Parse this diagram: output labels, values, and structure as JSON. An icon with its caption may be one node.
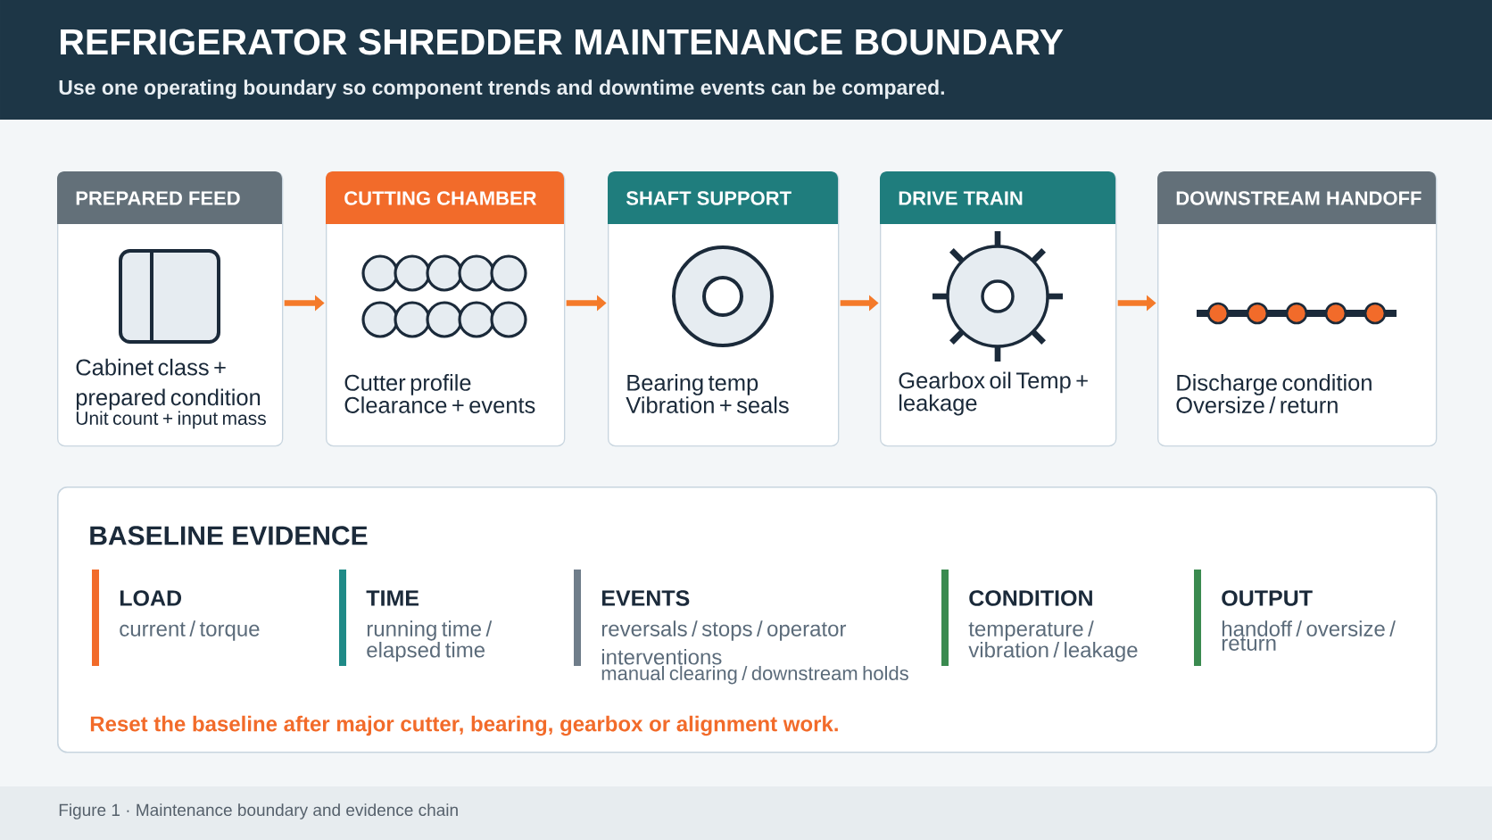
{
  "diagram": {
    "title": "REFRIGERATOR SHREDDER MAINTENANCE BOUNDARY",
    "caption": "Figure 1 · Maintenance boundary and evidence chain",
    "labels": [
      "Use one operating boundary so component trends and downtime events can be compared."
    ],
    "nodes": [
      {
        "text": [
          "PREPARED FEED",
          "Cabinet class + prepared condition",
          "Unit count + input mass"
        ]
      },
      {
        "text": [
          "CUTTING CHAMBER",
          "Cutter profile Clearance + events"
        ]
      },
      {
        "text": [
          "SHAFT SUPPORT",
          "Bearing temp Vibration + seals"
        ]
      },
      {
        "text": [
          "DRIVE TRAIN",
          "Gearbox oil Temp + leakage"
        ]
      },
      {
        "text": [
          "DOWNSTREAM HANDOFF",
          "Discharge condition Oversize / return"
        ]
      },
      {
        "text": [
          "BASELINE EVIDENCE",
          "Reset the baseline after major cutter, bearing, gearbox or alignment work."
        ]
      },
      {
        "text": [
          "LOAD",
          "current / torque"
        ],
        "in": 5
      },
      {
        "text": [
          "TIME",
          "running time / elapsed time"
        ],
        "in": 5
      },
      {
        "text": [
          "EVENTS",
          "reversals / stops / operator interventions",
          "manual clearing / downstream holds"
        ],
        "in": 5
      },
      {
        "text": [
          "CONDITION",
          "temperature / vibration / leakage"
        ],
        "in": 5
      },
      {
        "text": [
          "OUTPUT",
          "handoff / oversize / return"
        ],
        "in": 5
      }
    ],
    "edges": [
      {
        "from": 0,
        "to": 1,
        "arrow": "to"
      },
      {
        "from": 1,
        "to": 2,
        "arrow": "to"
      },
      {
        "from": 2,
        "to": 3,
        "arrow": "to"
      },
      {
        "from": 3,
        "to": 4,
        "arrow": "to"
      }
    ]
  }
}
